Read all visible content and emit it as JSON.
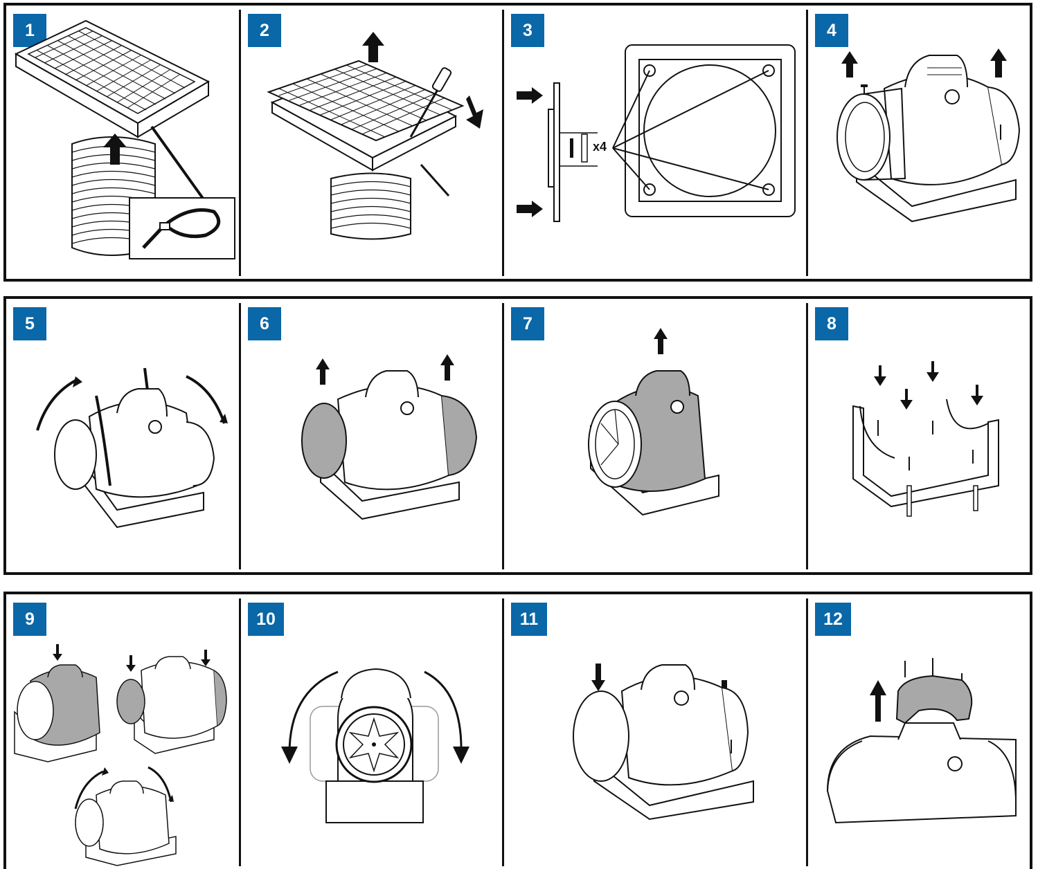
{
  "steps": [
    {
      "number": "1",
      "figure": "grille-duct-tie-icon"
    },
    {
      "number": "2",
      "figure": "grille-removal-icon"
    },
    {
      "number": "3",
      "figure": "wall-plate-screws-icon"
    },
    {
      "number": "4",
      "figure": "fan-screws-remove-icon"
    },
    {
      "number": "5",
      "figure": "fan-clamps-rotate-icon"
    },
    {
      "number": "6",
      "figure": "fan-lift-icon"
    },
    {
      "number": "7",
      "figure": "fan-lift-single-icon"
    },
    {
      "number": "8",
      "figure": "bracket-fix-icon"
    },
    {
      "number": "9",
      "figure": "fan-reassemble-icon"
    },
    {
      "number": "10",
      "figure": "fan-rotate-icon"
    },
    {
      "number": "11",
      "figure": "fan-screws-refit-icon"
    },
    {
      "number": "12",
      "figure": "terminal-cover-icon"
    }
  ],
  "step3": {
    "screw_count_label": "x4"
  },
  "colors": {
    "badge": "#0a67a8",
    "border": "#111111",
    "shading": "#a8a8a8"
  }
}
